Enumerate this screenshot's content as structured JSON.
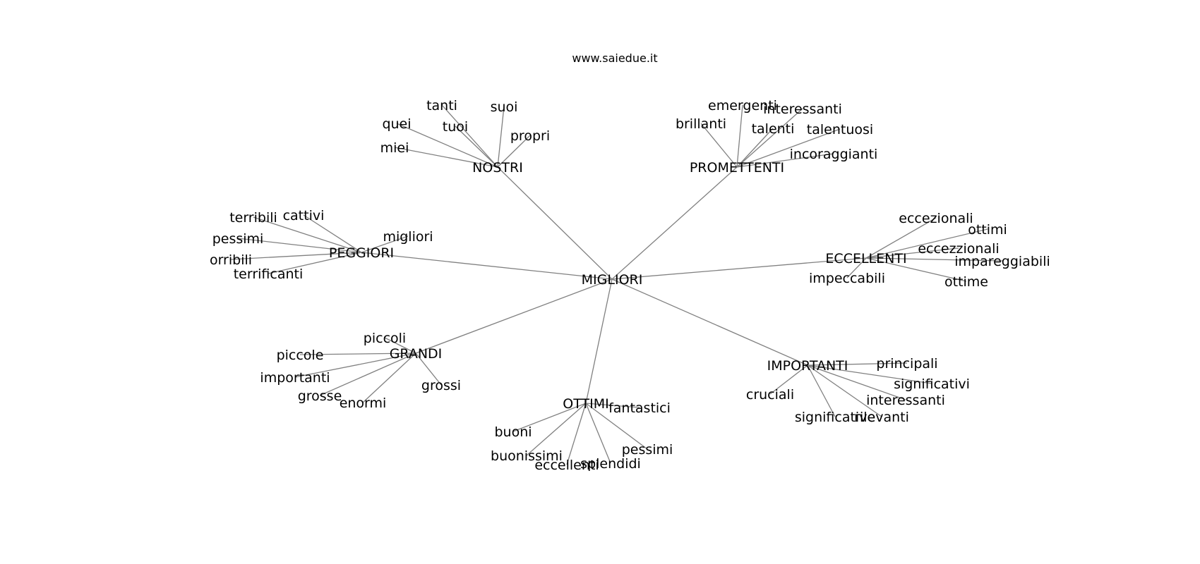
{
  "title": "www.saiedue.it",
  "edge_color": "#808080",
  "text_color": "#000000",
  "background_color": "#ffffff",
  "center": "MIGLIORI",
  "hubs": [
    {
      "label": "NOSTRI",
      "leaves": [
        "tanti",
        "suoi",
        "quei",
        "tuoi",
        "propri",
        "miei"
      ]
    },
    {
      "label": "PROMETTENTI",
      "leaves": [
        "emergenti",
        "brillanti",
        "interessanti",
        "talenti",
        "talentuosi",
        "incoraggianti"
      ]
    },
    {
      "label": "PEGGIORI",
      "leaves": [
        "terribili",
        "cattivi",
        "pessimi",
        "migliori",
        "orribili",
        "terrificanti"
      ]
    },
    {
      "label": "ECCELLENTI",
      "leaves": [
        "eccezionali",
        "ottimi",
        "eccezzionali",
        "impareggiabili",
        "impeccabili",
        "ottime"
      ]
    },
    {
      "label": "GRANDI",
      "leaves": [
        "piccoli",
        "piccole",
        "importanti",
        "grosse",
        "enormi",
        "grossi"
      ]
    },
    {
      "label": "OTTIMI",
      "leaves": [
        "fantastici",
        "buoni",
        "buonissimi",
        "pessimi",
        "eccellenti",
        "splendidi"
      ]
    },
    {
      "label": "IMPORTANTI",
      "leaves": [
        "principali",
        "significativi",
        "cruciali",
        "interessanti",
        "significative",
        "rilevanti"
      ]
    }
  ]
}
